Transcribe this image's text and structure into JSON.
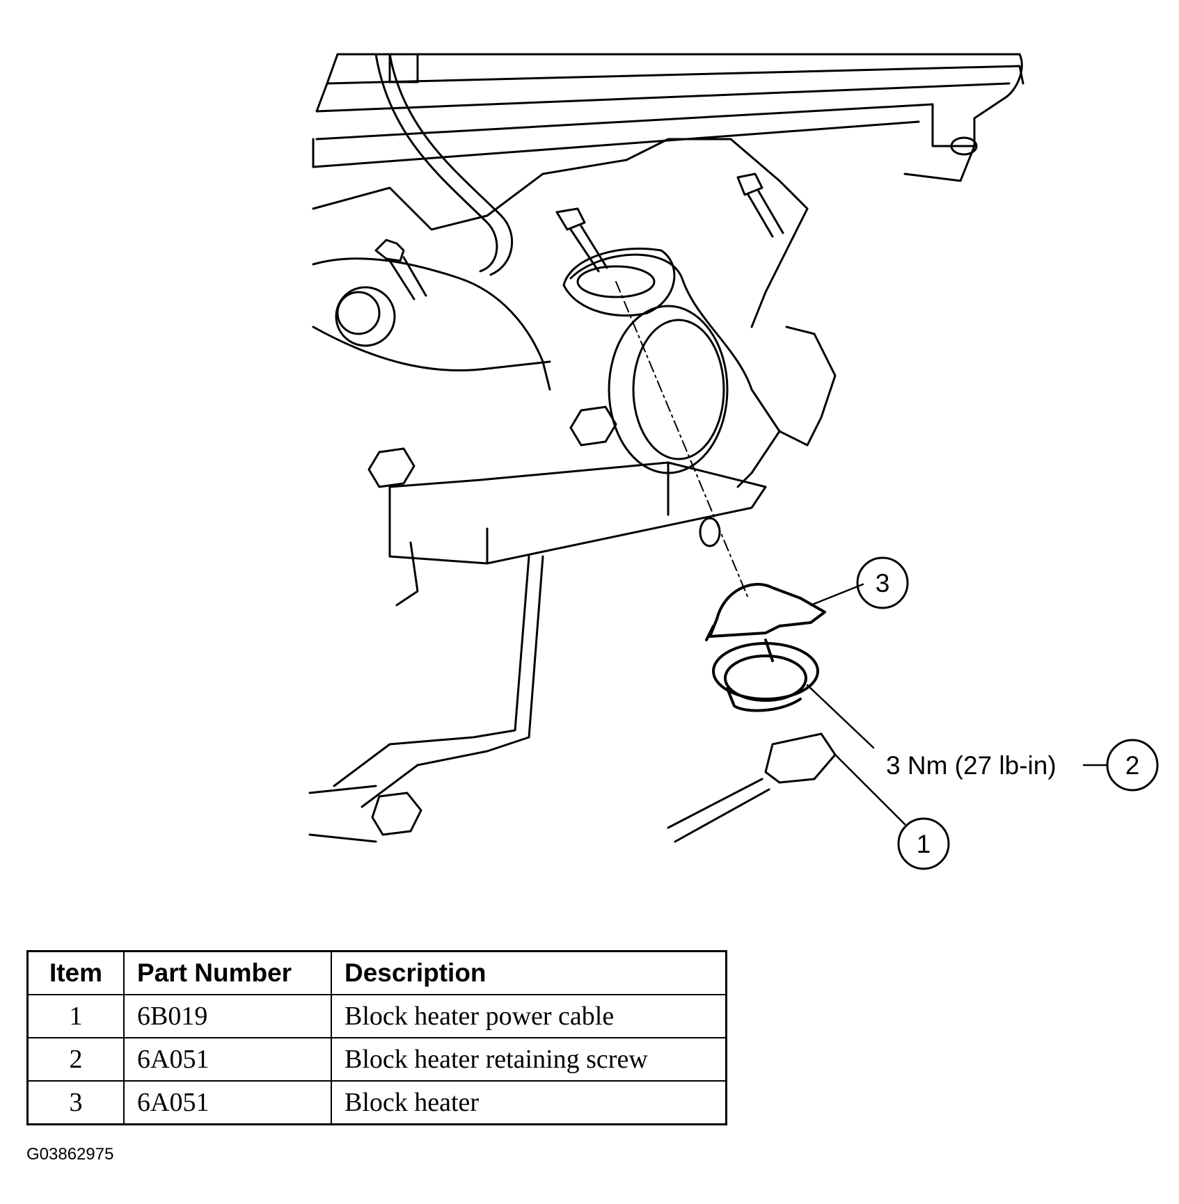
{
  "callouts": {
    "c1": "1",
    "c2": "2",
    "c3": "3",
    "torque": "3 Nm (27 lb-in)"
  },
  "table": {
    "headers": {
      "item": "Item",
      "part_number": "Part Number",
      "description": "Description"
    },
    "rows": [
      {
        "item": "1",
        "part_number": "6B019",
        "description": "Block heater power cable"
      },
      {
        "item": "2",
        "part_number": "6A051",
        "description": "Block heater retaining screw"
      },
      {
        "item": "3",
        "part_number": "6A051",
        "description": "Block heater"
      }
    ]
  },
  "figure_id": "G03862975"
}
